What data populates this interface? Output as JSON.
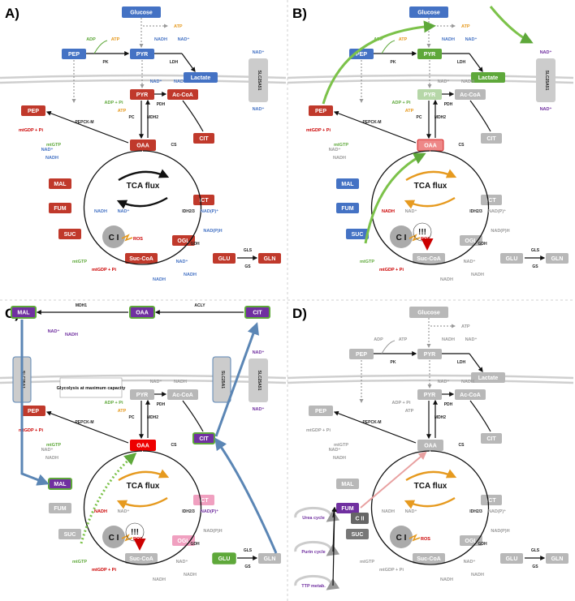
{
  "colors": {
    "blue": "#4472c4",
    "red": "#c0392b",
    "green": "#5ea83a",
    "purple": "#7030a0",
    "grey": "#b8b8b8",
    "orange": "#e69a1f",
    "darkred": "#cc0000",
    "membrane": "#cfcfcf",
    "steel": "#5b86b5",
    "lightgreen": "#7cc24a"
  },
  "panels": [
    {
      "letter": "A)",
      "tca": "TCA flux",
      "ci": "C I",
      "ros": "ROS",
      "labels": {
        "glucose": "Glucose",
        "pep_cyto": "PEP",
        "pyr_cyto": "PYR",
        "lactate": "Lactate",
        "pep": "PEP",
        "pyr": "PYR",
        "acoa": "Ac-CoA",
        "oaa": "OAA",
        "cit": "CIT",
        "ict": "ICT",
        "ogl": "OGL",
        "sucoa": "Suc-CoA",
        "suc": "SUC",
        "fum": "FUM",
        "mal": "MAL",
        "glu": "GLU",
        "gln": "GLN",
        "slc": "SLC25A51"
      },
      "small": {
        "atp": "ATP",
        "adp": "ADP",
        "nadh": "NADH",
        "nad": "NAD⁺",
        "pk": "PK",
        "ldh": "LDH",
        "pdh": "PDH",
        "pc": "PC",
        "pck2": "PEPCK-M",
        "mdh2": "MDH2",
        "cs": "CS",
        "idh": "IDH2/3",
        "gdh": "GDH",
        "gls": "GLS",
        "gs": "GS",
        "adppi": "ADP + Pi",
        "mtgdp": "mtGDP + Pi",
        "mtgtp": "mtGTP",
        "nadph": "NAD(P)H",
        "nadp": "NAD(P)⁺"
      }
    },
    {
      "letter": "B)",
      "tca": "TCA flux",
      "ci": "C I",
      "ros": "ROS",
      "alert": "!!!",
      "labels": {
        "glucose": "Glucose",
        "pep_cyto": "PEP",
        "pyr_cyto": "PYR",
        "lactate": "Lactate",
        "pep": "PEP",
        "pyr": "PYR",
        "acoa": "Ac-CoA",
        "oaa": "OAA",
        "cit": "CIT",
        "ict": "ICT",
        "ogl": "OGL",
        "sucoa": "Suc-CoA",
        "suc": "SUC",
        "fum": "FUM",
        "mal": "MAL",
        "glu": "GLU",
        "gln": "GLN",
        "slc": "SLC25A51"
      },
      "small": {
        "atp": "ATP",
        "adp": "ADP",
        "nadh": "NADH",
        "nad": "NAD⁺",
        "pk": "PK",
        "ldh": "LDH",
        "pdh": "PDH",
        "pc": "PC",
        "pck2": "PEPCK-M",
        "mdh2": "MDH2",
        "cs": "CS",
        "idh": "IDH2/3",
        "gdh": "GDH",
        "gls": "GLS",
        "gs": "GS",
        "adppi": "ADP + Pi",
        "mtgdp": "mtGDP + Pi",
        "mtgtp": "mtGTP",
        "nadph": "NAD(P)H",
        "nadp": "NAD(P)⁺"
      }
    },
    {
      "letter": "C)",
      "tca": "TCA flux",
      "ci": "C I",
      "ros": "ROS",
      "alert": "!!!",
      "note": "Glycolysis at maximum capacity",
      "labels": {
        "mal_cyto": "MAL",
        "oaa_cyto": "OAA",
        "cit_cyto": "CIT",
        "pep": "PEP",
        "pyr": "PYR",
        "acoa": "Ac-CoA",
        "oaa": "OAA",
        "cit": "CIT",
        "ict": "ICT",
        "ogl": "OGL",
        "sucoa": "Suc-CoA",
        "suc": "SUC",
        "fum": "FUM",
        "mal": "MAL",
        "glu": "GLU",
        "gln": "GLN",
        "slc": "SLC25A51",
        "slc1": "SLC25A1"
      },
      "small": {
        "mdh1": "MDH1",
        "acly": "ACLY",
        "nadh": "NADH",
        "nad": "NAD⁺",
        "pdh": "PDH",
        "pc": "PC",
        "pck2": "PEPCK-M",
        "mdh2": "MDH2",
        "cs": "CS",
        "idh": "IDH2/3",
        "gdh": "GDH",
        "gls": "GLS",
        "gs": "GS",
        "adppi": "ADP + Pi",
        "atp": "ATP",
        "mtgdp": "mtGDP + Pi",
        "mtgtp": "mtGTP",
        "nadph": "NAD(P)H",
        "nadp": "NAD(P)⁺"
      }
    },
    {
      "letter": "D)",
      "tca": "TCA flux",
      "ci": "C I",
      "cii": "C II",
      "ros": "ROS",
      "cycles": [
        "Urea cycle",
        "Purin cycle",
        "TTP metab."
      ],
      "labels": {
        "glucose": "Glucose",
        "pep_cyto": "PEP",
        "pyr_cyto": "PYR",
        "lactate": "Lactate",
        "pep": "PEP",
        "pyr": "PYR",
        "acoa": "Ac-CoA",
        "oaa": "OAA",
        "cit": "CIT",
        "ict": "ICT",
        "ogl": "OGL",
        "sucoa": "Suc-CoA",
        "suc": "SUC",
        "fum": "FUM",
        "mal": "MAL",
        "glu": "GLU",
        "gln": "GLN"
      },
      "small": {
        "atp": "ATP",
        "adp": "ADP",
        "nadh": "NADH",
        "nad": "NAD⁺",
        "pk": "PK",
        "ldh": "LDH",
        "pdh": "PDH",
        "pck2": "PEPCK-M",
        "mdh2": "MDH2",
        "cs": "CS",
        "idh": "IDH2/3",
        "gdh": "GDH",
        "gls": "GLS",
        "gs": "GS",
        "adppi": "ADP + Pi",
        "mtgdp": "mtGDP + Pi",
        "mtgtp": "mtGTP",
        "nadph": "NAD(P)H",
        "nadp": "NAD(P)⁺"
      }
    }
  ]
}
